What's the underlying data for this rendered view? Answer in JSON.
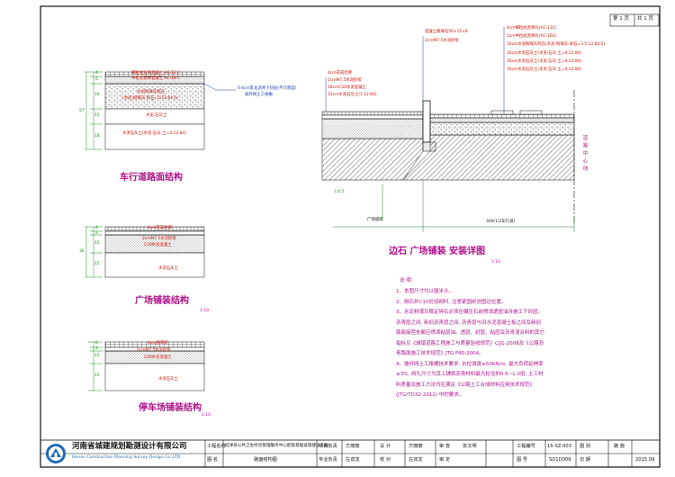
{
  "sheet": {
    "page_label": "第 1 页",
    "total_label": "共 1 页"
  },
  "road": {
    "title": "车行道路面结构",
    "layers": [
      "细粒式沥青混凝土 AC-13 C",
      "中粒式沥青混凝土 AC-16 C",
      "水泥粉煤灰碎石",
      "(水泥:粉煤灰:碎石=5:12:84.5)",
      "水泥:石灰土",
      "水泥石灰土(水泥:石灰:土=4:12:84)"
    ],
    "callout": "0.6cm乳化沥青下封层(不计厚度)",
    "callout2": "玻纤网土工格栅",
    "dims": [
      "4",
      "6",
      "16",
      "15",
      "18",
      "57"
    ]
  },
  "plaza": {
    "title": "广场铺装结构",
    "layers": [
      "4cm花岗岩砖",
      "2cmM7.5水泥砂浆",
      "C20水泥混凝土",
      "水泥石灰土"
    ],
    "dims": [
      "4",
      "2",
      "15",
      "15",
      "36"
    ],
    "scale": "1:10"
  },
  "parking": {
    "title": "停车场铺装结构",
    "layers": [
      "6cm植草砖",
      "2cmM7.5水泥砂浆",
      "C20水泥混凝土",
      "水泥石灰土"
    ],
    "dims": [
      "6",
      "2",
      "15",
      "15"
    ],
    "scale": "1:10"
  },
  "curb": {
    "title": "边石 广场铺装 安装详图",
    "scale": "1:10",
    "left_layers": [
      "4cm花岗岩砖",
      "2cmM7.5水泥砂浆",
      "18cmC20水泥混凝土",
      "15cm水泥石灰土(1:12:84)"
    ],
    "top_labels": [
      "混凝土路缘石50×15×8",
      "2cmM7.5水泥砂浆"
    ],
    "right_layers": [
      "4cm细粒式沥青砼(AC-13C)",
      "5cm中粒式沥青砼(AC-16C)",
      "16cm水泥粉煤灰碎石(水泥:粉煤灰:碎石=3.5:12:84.5)",
      "16cm水泥石灰土(水泥:石灰:土=4:12:84)",
      "16cm水泥石灰土(水泥:石灰:土=4:12:84)",
      "16cm水泥石灰土(水泥:石灰:土=4:12:84)"
    ],
    "side_label": "道路中心线",
    "bottom_left": "广场铺装",
    "bottom_dim": "300(1/2车行道)",
    "slope": "1:0.5"
  },
  "notes": {
    "heading": "说 明:",
    "lines": [
      "1、本图尺寸均以厘米计。",
      "2、侧石外C15砼培砌时, 注意紧固树池固边位置。",
      "3、水泥粉煤灰稳定碎石必须在碾压石前喷洒透层油并施工下封层。",
      "   沥青层之间, 新旧沥青层之间, 沥青层与旧水泥混凝土板之间及新旧",
      "   路面接茬处都应喷洒粘层油。透层、封层、粘层及沥青混合料的其它",
      "   指标见《城镇道路工程施工与质量验收规范》CJJ1-2008及《公路沥",
      "   青路面施工技术规范》JTG F40-2004。",
      "4、玻纤网土工格栅技术要求: 抗拉强度≥50KN/m, 最大负荷延伸率",
      "   ≤3%, 网孔尺寸为其上铺筑沥青材料最大粒径的0.5~1.0倍; 土工材",
      "   料质量及施工方法均应满足《公路土工合成材料应用技术规范》",
      "   (JTG/TD32-2012) 中的要求。"
    ]
  },
  "title_block": {
    "company_cn": "河南省城建规划勘测设计有限公司",
    "company_en": "Henan Construction Planning Survey Design Co.,LTD",
    "project_label": "工程名称",
    "project_name": "延津县公共卫生综合管理服务中心配套基础设施建设工程",
    "drawing_label": "图 名",
    "drawing_name": "路面结构图",
    "lead_label": "项目负责",
    "lead": "方丽丽",
    "specialty_label": "专业负责",
    "specialty": "左双龙",
    "design_label": "设 计",
    "design": "方丽丽",
    "check_label": "校 对",
    "check": "左双龙",
    "review_label": "审 查",
    "review": "张文明",
    "approve_label": "审 定",
    "approve": "",
    "no_label": "工程编号",
    "no": "15-SZ-003",
    "type_label": "图 别",
    "type": "路 施",
    "drawing_no_label": "图 号",
    "drawing_no": "SD1D009",
    "date_label": "日 期",
    "date": "2015.09"
  }
}
